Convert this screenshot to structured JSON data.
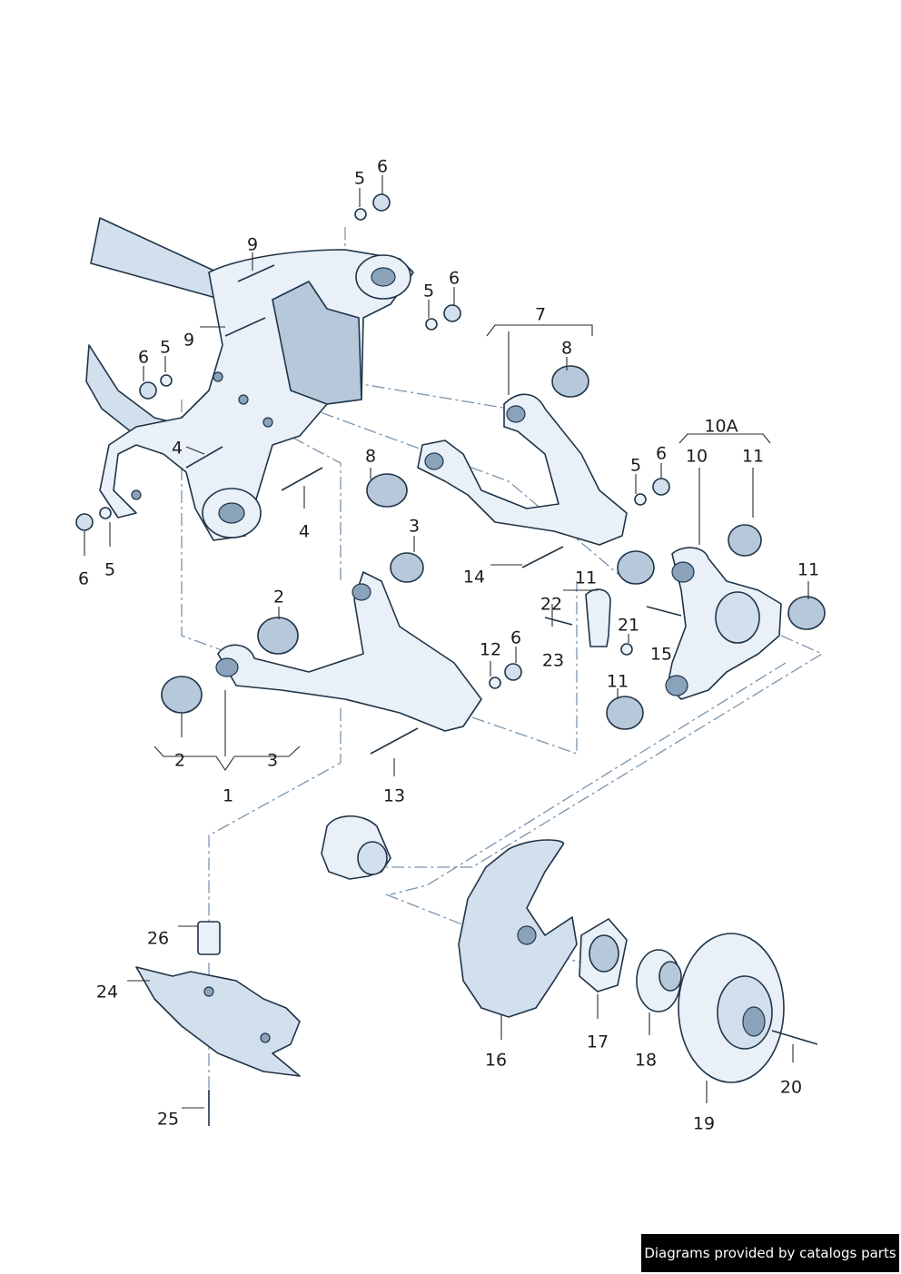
{
  "watermark": "Diagrams provided by catalogs parts",
  "callouts": [
    {
      "label": "5"
    },
    {
      "label": "6"
    },
    {
      "label": "9"
    },
    {
      "label": "9"
    },
    {
      "label": "5"
    },
    {
      "label": "6"
    },
    {
      "label": "7"
    },
    {
      "label": "8"
    },
    {
      "label": "6"
    },
    {
      "label": "5"
    },
    {
      "label": "4"
    },
    {
      "label": "8"
    },
    {
      "label": "4"
    },
    {
      "label": "6"
    },
    {
      "label": "5"
    },
    {
      "label": "3"
    },
    {
      "label": "14"
    },
    {
      "label": "10A"
    },
    {
      "label": "10"
    },
    {
      "label": "11"
    },
    {
      "label": "6"
    },
    {
      "label": "5"
    },
    {
      "label": "11"
    },
    {
      "label": "11"
    },
    {
      "label": "22"
    },
    {
      "label": "21"
    },
    {
      "label": "23"
    },
    {
      "label": "15"
    },
    {
      "label": "2"
    },
    {
      "label": "12"
    },
    {
      "label": "6"
    },
    {
      "label": "11"
    },
    {
      "label": "2"
    },
    {
      "label": "3"
    },
    {
      "label": "1"
    },
    {
      "label": "13"
    },
    {
      "label": "26"
    },
    {
      "label": "24"
    },
    {
      "label": "16"
    },
    {
      "label": "17"
    },
    {
      "label": "18"
    },
    {
      "label": "20"
    },
    {
      "label": "19"
    },
    {
      "label": "25"
    }
  ]
}
